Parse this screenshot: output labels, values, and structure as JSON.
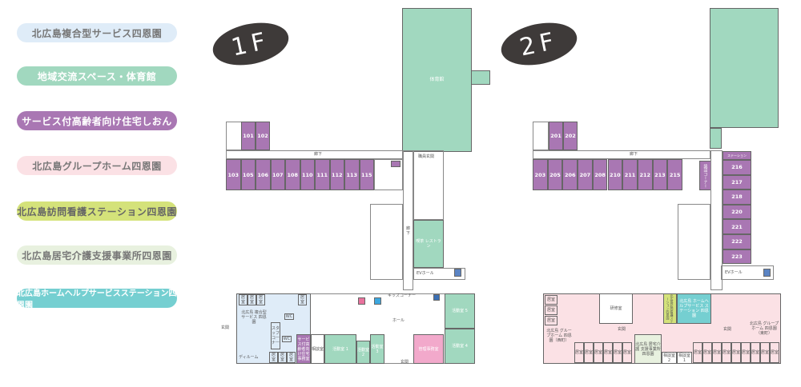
{
  "legend": [
    {
      "label": "北広島複合型サービス四恩園",
      "bg": "#dfecf8",
      "fg": "#777777"
    },
    {
      "label": "地域交流スペース・体育館",
      "bg": "#a1d8bf",
      "fg": "#ffffff"
    },
    {
      "label": "サービス付高齢者向け住宅しおん",
      "bg": "#a977b3",
      "fg": "#ffffff"
    },
    {
      "label": "北広島グループホーム四恩園",
      "bg": "#fbe1e5",
      "fg": "#777777"
    },
    {
      "label": "北広島訪問看護ステーション四恩園",
      "bg": "#d4e27a",
      "fg": "#666666"
    },
    {
      "label": "北広島居宅介護支援事業所四恩園",
      "bg": "#e8f1df",
      "fg": "#777777"
    },
    {
      "label": "北広島ホームヘルプサービスステーション四恩園",
      "bg": "#75cfd1",
      "fg": "#ffffff"
    }
  ],
  "floor1": {
    "badge": "1F",
    "gym": "体育館",
    "top_rooms": [
      "101",
      "102"
    ],
    "row_rooms": [
      "103",
      "105",
      "106",
      "107",
      "108",
      "110",
      "111",
      "112",
      "113",
      "115"
    ],
    "corridor": "廊下",
    "corridor_v": "廊下",
    "staff_entrance": "職員玄関",
    "restaurant": "喫茶 レストラン",
    "ev_hall": "EVホール",
    "kids_corner": "キッズコーナー",
    "hall": "ホール",
    "entrance": "玄関",
    "entrance_side": "玄関",
    "multi_service": "北広島 複合型サービス 四恩園",
    "day_room": "ディルーム",
    "staff_corner": "スタッフコーナー",
    "resident_room": "居室",
    "wc": "WC",
    "sakou_office": "サービス付高齢者向け住宅事務室",
    "consult": "相談室",
    "activity1": "活動室 1",
    "activity2": "活動室 2",
    "activity3": "活動室 3",
    "activity4": "活動室 4",
    "activity5": "活動室 5",
    "admin_office": "管理事務室"
  },
  "floor2": {
    "badge": "2F",
    "top_rooms": [
      "201",
      "202"
    ],
    "row_rooms": [
      "203",
      "205",
      "206",
      "207",
      "208",
      "210",
      "211",
      "212",
      "213",
      "215"
    ],
    "col_rooms": [
      "216",
      "217",
      "218",
      "220",
      "221",
      "222",
      "223"
    ],
    "corridor": "廊下",
    "station": "ステーション",
    "lounge": "談話コーナー",
    "ev_hall": "EVホール",
    "training": "研修室",
    "nursing": "北広島訪問看護ステーション四恩園",
    "homehelp": "北広島 ホームヘルプサービス ステーション 四恩園",
    "gh_west": "北広島 グループホーム 四恩園（西町）",
    "gh_east": "北広島 グループホーム 四恩園（東町）",
    "kyotaku": "北広島 居宅介護 支援事業所 四恩園",
    "consult2": "相談室 2",
    "consult1": "相談室 1",
    "entrance": "玄関",
    "resident_room": "居室"
  }
}
